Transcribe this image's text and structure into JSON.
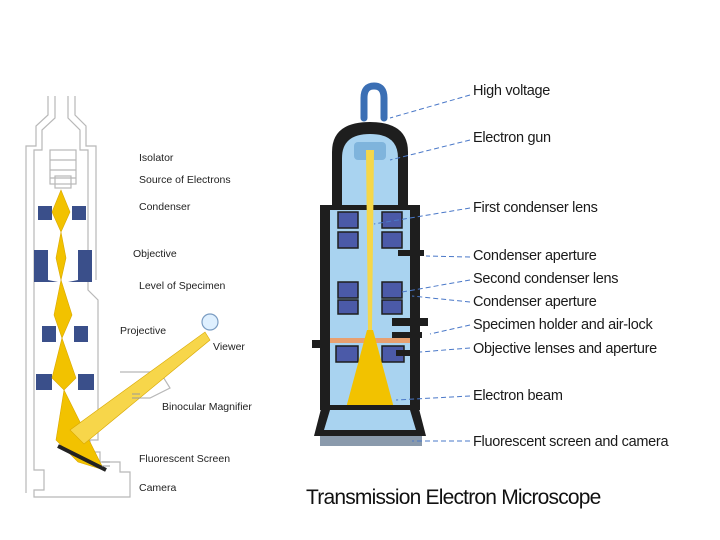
{
  "left_diagram": {
    "labels": {
      "isolator": "Isolator",
      "source": "Source of Electrons",
      "condenser": "Condenser",
      "objective": "Objective",
      "specimen": "Level of Specimen",
      "projective": "Projective",
      "viewer": "Viewer",
      "binocular": "Binocular Magnifier",
      "screen": "Fluorescent Screen",
      "camera": "Camera"
    }
  },
  "right_diagram": {
    "labels": {
      "high_voltage": "High voltage",
      "electron_gun": "Electron gun",
      "first_condenser": "First condenser lens",
      "condenser_aperture_1": "Condenser  aperture",
      "second_condenser": "Second condenser lens",
      "condenser_aperture_2": "Condenser aperture",
      "specimen_holder": "Specimen holder and air-lock",
      "objective_lenses": "Objective lenses and aperture",
      "electron_beam": "Electron beam",
      "screen_camera": "Fluorescent  screen  and camera"
    },
    "caption": "Transmission Electron Microscope"
  },
  "colors": {
    "beam": "#f2c200",
    "lens": "#3a4f8a",
    "column_fill": "#a9d3f0",
    "housing": "#1e1e1e",
    "cable": "#3b6fb4",
    "pointer": "#4a78c8"
  }
}
